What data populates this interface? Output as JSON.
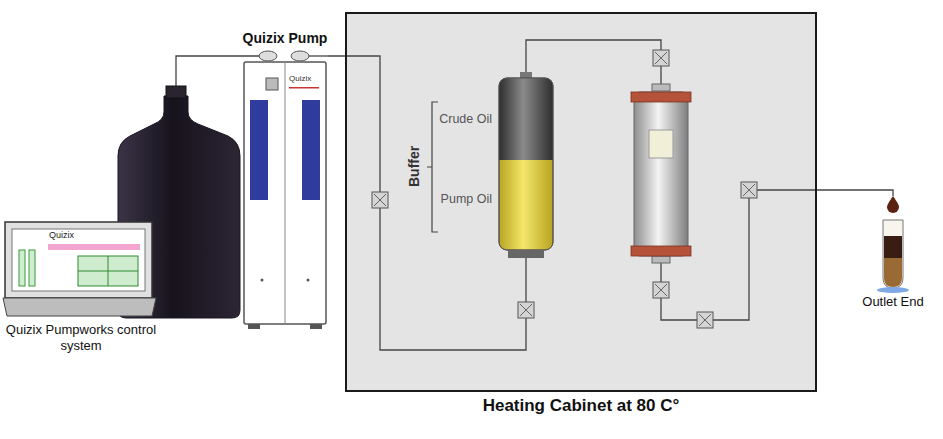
{
  "diagram": {
    "nodes": [
      {
        "text": [
          "Quizix",
          "Quizix Pumpworks control system"
        ]
      },
      {
        "text": [
          "Quizix Pump",
          "Quizix"
        ]
      },
      {
        "text": [
          "Heating Cabinet at 80 C°"
        ]
      },
      {
        "text": [
          "Buffer",
          "Crude Oil",
          "Pump Oil"
        ],
        "in": 2
      },
      {
        "text": [
          "Outlet End"
        ]
      }
    ],
    "edges": [
      {
        "from": 1,
        "to": 3,
        "arrow": "none"
      },
      {
        "from": 2,
        "to": 4,
        "arrow": "none"
      }
    ]
  }
}
